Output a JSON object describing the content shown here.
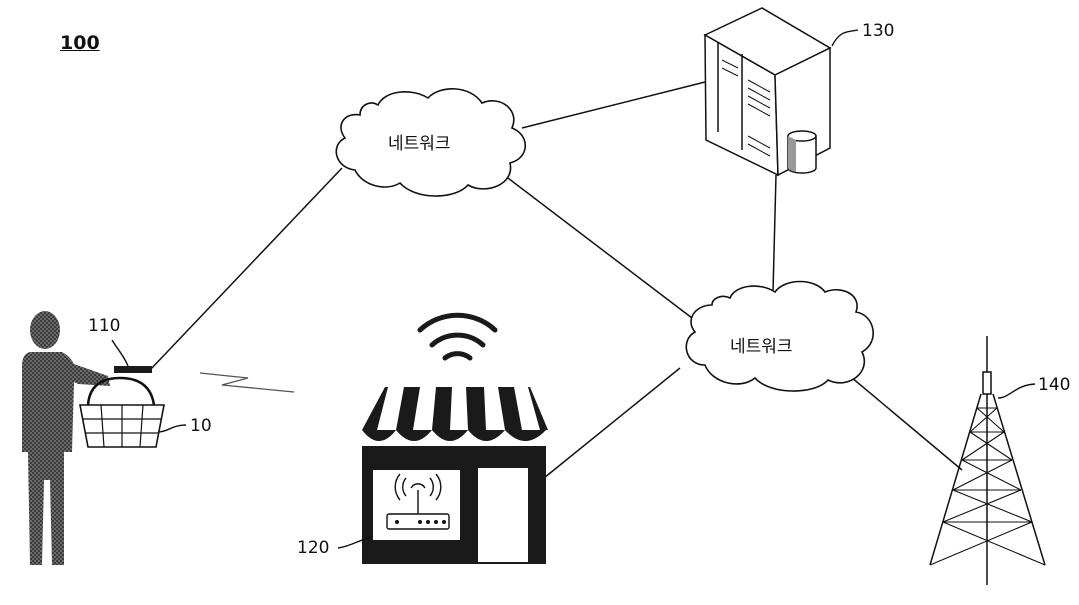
{
  "figure": {
    "number": "100"
  },
  "networks": [
    {
      "label": "네트워크"
    },
    {
      "label": "네트워크"
    }
  ],
  "components": {
    "basket": "10",
    "terminal": "110",
    "store": "120",
    "server": "130",
    "tower": "140"
  },
  "icons": {
    "person": "person-icon",
    "basket": "shopping-basket-icon",
    "terminal": "terminal-device-icon",
    "store": "store-icon",
    "router": "wifi-router-icon",
    "server": "server-icon",
    "database": "database-icon",
    "tower": "transmission-tower-icon",
    "cloud": "cloud-icon",
    "wifi": "wifi-signal-icon"
  },
  "colors": {
    "line": "#111111",
    "fill": "#ffffff",
    "dark": "#1a1a1a",
    "person": "#3a3a3a"
  }
}
